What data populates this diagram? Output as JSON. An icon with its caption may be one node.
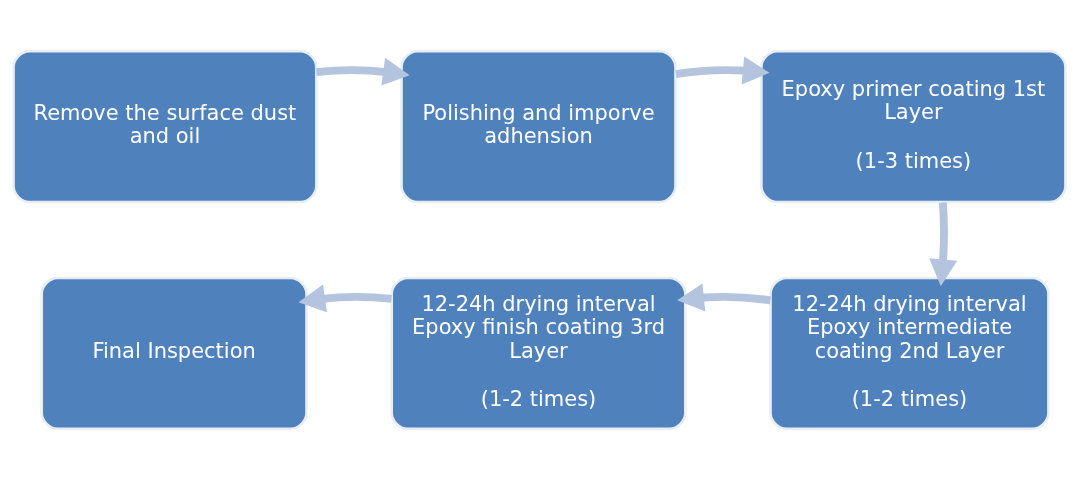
{
  "diagram": {
    "nodes": [
      {
        "text": [
          "Remove the surface dust and oil"
        ]
      },
      {
        "text": [
          "Polishing and imporve adhension"
        ]
      },
      {
        "text": [
          "Epoxy primer coating 1st Layer",
          "(1-3 times)"
        ]
      },
      {
        "text": [
          "Final Inspection"
        ]
      },
      {
        "text": [
          "12-24h drying interval Epoxy finish coating 3rd Layer",
          "(1-2 times)"
        ]
      },
      {
        "text": [
          "12-24h drying interval Epoxy intermediate coating 2nd Layer",
          "(1-2 times)"
        ]
      }
    ],
    "edges": [
      {
        "from": 0,
        "to": 1,
        "arrow": "to"
      },
      {
        "from": 1,
        "to": 2,
        "arrow": "to"
      },
      {
        "from": 2,
        "to": 5,
        "arrow": "to"
      },
      {
        "from": 5,
        "to": 4,
        "arrow": "to"
      },
      {
        "from": 4,
        "to": 3,
        "arrow": "to"
      }
    ]
  }
}
